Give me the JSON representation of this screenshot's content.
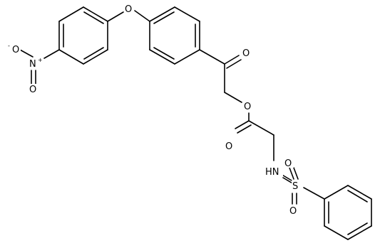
{
  "molecule": {
    "atoms": {
      "nitro_o_minus": "O",
      "nitro_o_minus_charge": "-",
      "nitro_n": "N",
      "nitro_n_charge": "+",
      "nitro_o_double": "O",
      "ether_o": "O",
      "ketone_o": "O",
      "ester_o_single": "O",
      "ester_o_double": "O",
      "amine_nh": "HN",
      "sulfur": "S",
      "sulfonyl_o_left": "O",
      "sulfonyl_o_bottom": "O"
    }
  }
}
